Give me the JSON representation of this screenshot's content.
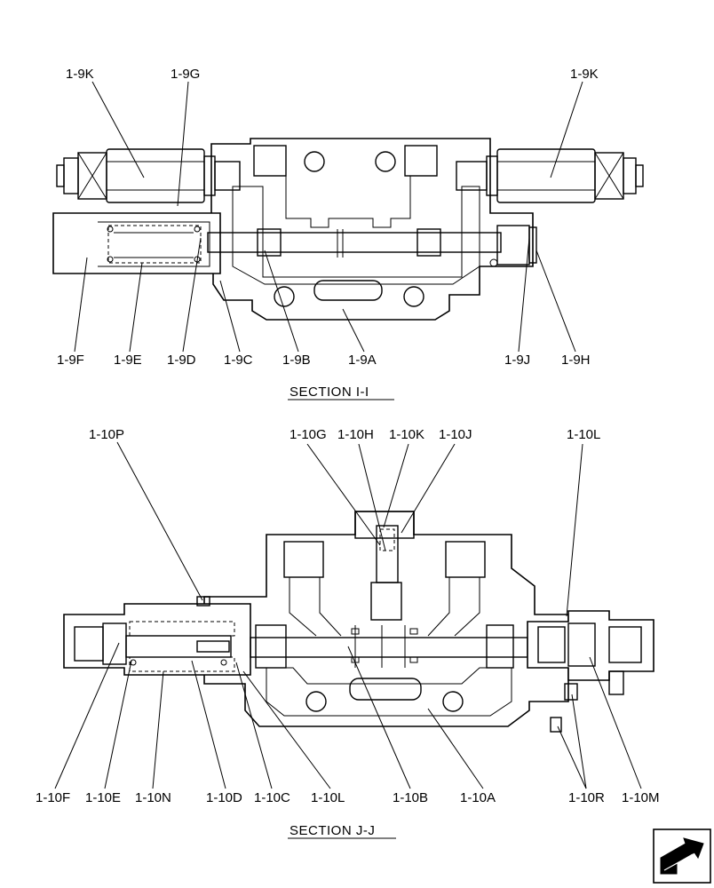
{
  "section_i": {
    "title": "SECTION   I-I",
    "labels": {
      "k_left": "1-9K",
      "g": "1-9G",
      "k_right": "1-9K",
      "f": "1-9F",
      "e": "1-9E",
      "d": "1-9D",
      "c": "1-9C",
      "b": "1-9B",
      "a": "1-9A",
      "j": "1-9J",
      "h": "1-9H"
    }
  },
  "section_j": {
    "title": "SECTION   J-J",
    "labels": {
      "p": "1-10P",
      "g": "1-10G",
      "h": "1-10H",
      "k": "1-10K",
      "j": "1-10J",
      "l_top": "1-10L",
      "f": "1-10F",
      "e": "1-10E",
      "n": "1-10N",
      "d": "1-10D",
      "c": "1-10C",
      "l_bottom": "1-10L",
      "b": "1-10B",
      "a": "1-10A",
      "r": "1-10R",
      "m": "1-10M"
    }
  },
  "nav": {
    "icon": "next-page-arrow-icon"
  }
}
